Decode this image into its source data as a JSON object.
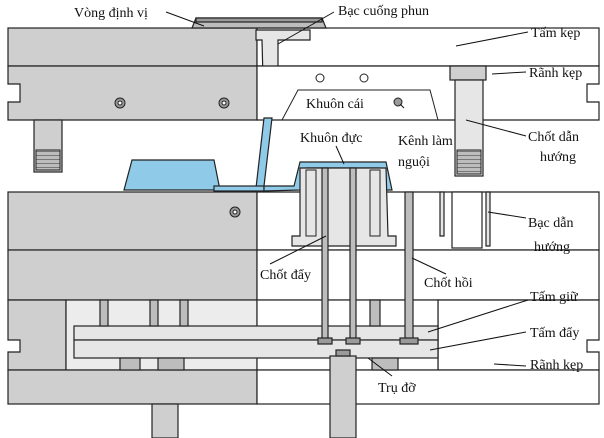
{
  "labels": {
    "locating_ring": "Vòng định vị",
    "sprue_bushing": "Bạc cuống phun",
    "clamp_plate_top": "Tấm kẹp",
    "clamp_slot_top": "Rãnh kẹp",
    "cavity": "Khuôn cái",
    "cooling_line_1": "Kênh làm",
    "cooling_line_2": "nguội",
    "core": "Khuôn đực",
    "guide_pin_1": "Chốt dẫn",
    "guide_pin_2": "hướng",
    "guide_bush_1": "Bạc dẫn",
    "guide_bush_2": "hướng",
    "ejector_pin": "Chốt đẩy",
    "return_pin": "Chốt hồi",
    "retainer_plate": "Tấm giữ",
    "ejector_plate": "Tấm đẩy",
    "clamp_slot_bottom": "Rãnh kẹp",
    "support_pillar": "Trụ đỡ"
  },
  "colors": {
    "plate_dark": "#cfcfcf",
    "plate_light": "#ececec",
    "plate_white": "#ffffff",
    "plastic_part": "#8fcbe8",
    "outline": "#222222"
  }
}
